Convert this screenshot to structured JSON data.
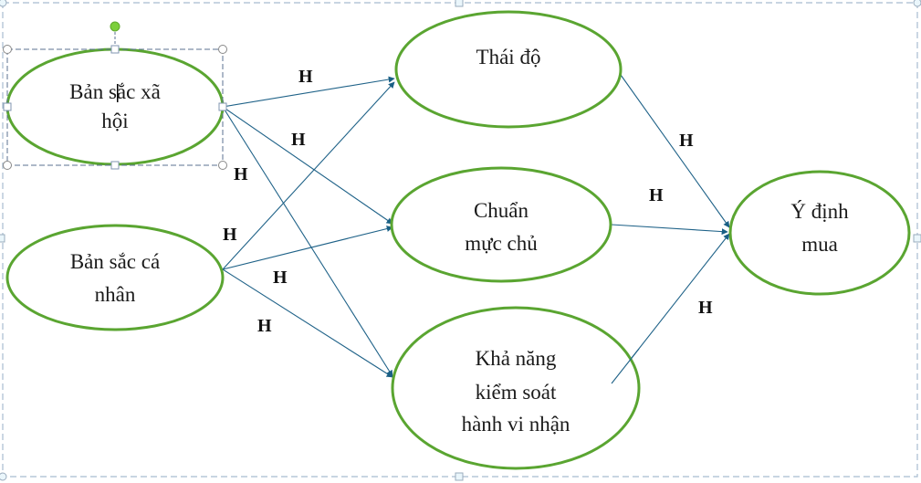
{
  "diagram": {
    "nodes": [
      {
        "id": "social_identity",
        "lines": [
          "Bản sắc xã",
          "hội"
        ],
        "selected": true
      },
      {
        "id": "personal_identity",
        "lines": [
          "Bản sắc cá",
          "nhân"
        ]
      },
      {
        "id": "attitude",
        "lines": [
          "Thái độ"
        ]
      },
      {
        "id": "subjective_norm",
        "lines": [
          "Chuẩn",
          "mực chủ"
        ]
      },
      {
        "id": "perceived_control",
        "lines": [
          "Khả năng",
          "kiểm soát",
          "hành vi nhận"
        ]
      },
      {
        "id": "purchase_intention",
        "lines": [
          "Ý định",
          "mua"
        ]
      }
    ],
    "edges": [
      {
        "from": "social_identity",
        "to": "attitude",
        "label": "H"
      },
      {
        "from": "social_identity",
        "to": "subjective_norm",
        "label": "H"
      },
      {
        "from": "social_identity",
        "to": "perceived_control",
        "label": "H"
      },
      {
        "from": "personal_identity",
        "to": "attitude",
        "label": "H"
      },
      {
        "from": "personal_identity",
        "to": "subjective_norm",
        "label": "H"
      },
      {
        "from": "personal_identity",
        "to": "perceived_control",
        "label": "H"
      },
      {
        "from": "attitude",
        "to": "purchase_intention",
        "label": "H"
      },
      {
        "from": "subjective_norm",
        "to": "purchase_intention",
        "label": "H"
      },
      {
        "from": "perceived_control",
        "to": "purchase_intention",
        "label": "H"
      }
    ],
    "colors": {
      "node_stroke": "#5aa531",
      "edge": "#1f6288",
      "arrowhead": "#195f85",
      "selection": "#5b7290",
      "rotate_handle": "#7ccf3c",
      "canvas_border": "#a8bcd0"
    }
  }
}
